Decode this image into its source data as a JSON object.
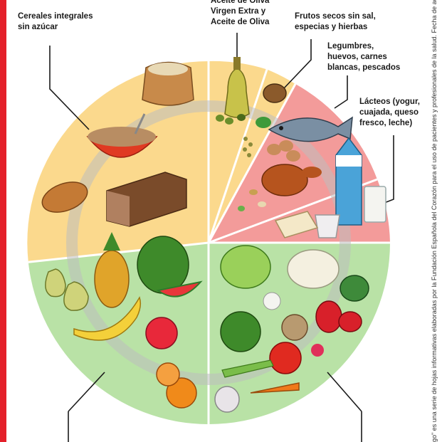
{
  "labels": {
    "cereales": [
      "Cereales integrales",
      "sin azúcar"
    ],
    "aceite": [
      "Aceite de Oliva",
      "Virgen Extra y",
      "Aceite de Oliva"
    ],
    "frutos": [
      "Frutos secos sin sal,",
      "especias y hierbas"
    ],
    "legumbres": [
      "Legumbres,",
      "huevos, carnes",
      "blancas, pescados"
    ],
    "lacteos": [
      "Lácteos (yogur,",
      "cuajada, queso",
      "fresco, leche)"
    ]
  },
  "side_note": "go\" es una serie de hojas informativas elaboradas por la Fundación Española del Corazón para el uso de pacientes y profesionales de la salud.  Fecha de actualiza",
  "colors": {
    "accent_red": "#e4202a",
    "cereal_sector": "#fbd98d",
    "protein_sector": "#f39b9a",
    "veg_sector": "#b9e2a6",
    "inner_ring": "#bdbdbd"
  },
  "icons": [
    "grain-sack-icon",
    "cereal-bowl-icon",
    "bread-loaf-icon",
    "sliced-bread-icon",
    "olive-oil-bottle-icon",
    "olives-icon",
    "walnut-icon",
    "basil-leaves-icon",
    "spices-icon",
    "fish-icon",
    "eggs-icon",
    "chicken-icon",
    "beans-icon",
    "milk-carton-icon",
    "milk-glass-icon",
    "yogurt-icon",
    "cheese-icon",
    "pear-icon",
    "pineapple-icon",
    "watermelon-icon",
    "banana-icon",
    "apple-icon",
    "orange-icon",
    "lettuce-icon",
    "cauliflower-icon",
    "artichoke-icon",
    "broccoli-icon",
    "onion-icon",
    "pepper-icon",
    "tomato-icon",
    "radish-icon",
    "asparagus-icon",
    "carrot-icon",
    "garlic-icon"
  ]
}
